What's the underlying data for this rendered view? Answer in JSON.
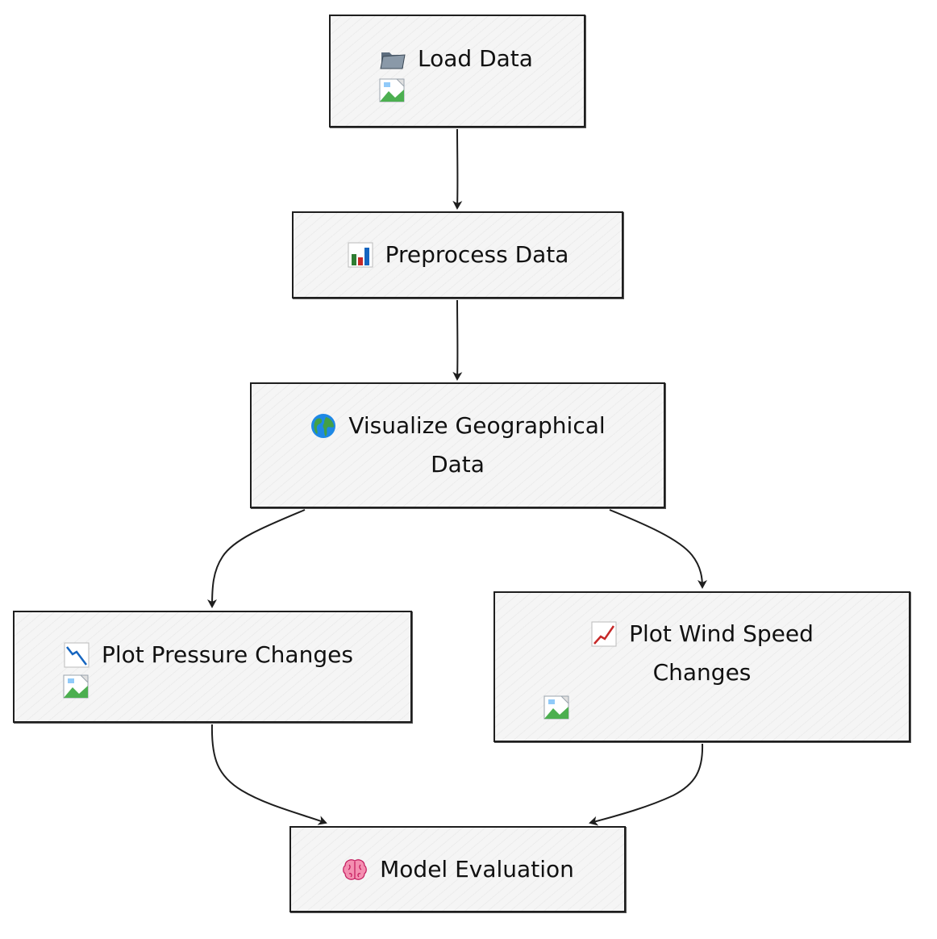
{
  "nodes": {
    "load_data": {
      "label": "Load Data",
      "icon": "folder-icon"
    },
    "preprocess": {
      "label": "Preprocess Data",
      "icon": "bar-chart-icon"
    },
    "visualize": {
      "label_line1": "Visualize Geographical",
      "label_line2": "Data",
      "icon": "globe-icon"
    },
    "pressure": {
      "label": "Plot Pressure Changes",
      "icon": "chart-decreasing-icon"
    },
    "wind": {
      "label_line1": "Plot Wind Speed",
      "label_line2": "Changes",
      "icon": "chart-increasing-icon"
    },
    "model": {
      "label": "Model Evaluation",
      "icon": "brain-icon"
    }
  },
  "edges": [
    {
      "from": "Load Data",
      "to": "Preprocess Data"
    },
    {
      "from": "Preprocess Data",
      "to": "Visualize Geographical Data"
    },
    {
      "from": "Visualize Geographical Data",
      "to": "Plot Pressure Changes"
    },
    {
      "from": "Visualize Geographical Data",
      "to": "Plot Wind Speed Changes"
    },
    {
      "from": "Plot Pressure Changes",
      "to": "Model Evaluation"
    },
    {
      "from": "Plot Wind Speed Changes",
      "to": "Model Evaluation"
    }
  ],
  "colors": {
    "stroke": "#1e1e1e",
    "node_fill": "#f5f5f5"
  }
}
